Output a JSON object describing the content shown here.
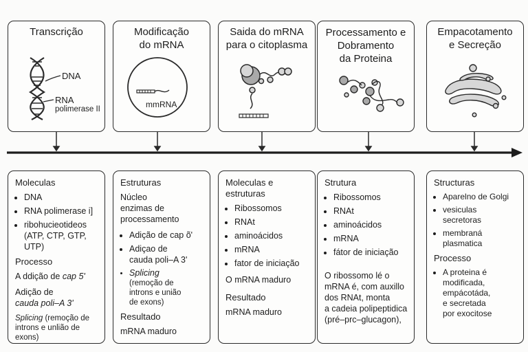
{
  "stages": [
    {
      "title": "Transcrição"
    },
    {
      "title": "Modificação\ndo mRNA"
    },
    {
      "title": "Saida do mRNA\npara o citoplasma"
    },
    {
      "title": "Processamento e\nDobramento\nda Proteina"
    },
    {
      "title": "Empacotamento\ne Secreção"
    }
  ],
  "labels": {
    "dna": "DNA",
    "rna": "RNA",
    "rna_polimerase": "polimerase II",
    "mmrna": "mmRNA"
  },
  "cards": {
    "c1": {
      "h1": "Moleculas",
      "items": [
        "DNA",
        "RNA polimerase i]",
        "ribohucieotideos\n(ATP, CTP, GTP,\nUTP)"
      ],
      "h2": "Processo",
      "p1_a": "A ddição de ",
      "p1_b": "cap 5'",
      "p2_a": "Adição de\n",
      "p2_b": "cauda poli–A 3'",
      "p3_a": "Splicing",
      "p3_b": " (remoção de\nintrons e unlião de\nexons)"
    },
    "c2": {
      "h1": "Estruturas",
      "pre": "Núcleo\nenzimas de\nprocessamento",
      "items": [
        "Adição de cap õ'",
        "Adiçao de\ncauda poli–A 3'"
      ],
      "i3_a": "Splicing",
      "i3_b": "\n(remoção de\nintrons e união\nde exons)",
      "h2": "Resultado",
      "p": "mRNA maduro"
    },
    "c3": {
      "h1": "Moleculas e\nestruturas",
      "items": [
        "Ribossomos",
        "RNAt",
        "aminoácidos",
        "mRNA",
        "fator de iniciação"
      ],
      "p1": "O mRNA maduro",
      "h2": "Resultado",
      "p2": "mRNA maduro"
    },
    "c4": {
      "h1": "Strutura",
      "items": [
        "Ribossomos",
        "RNAt",
        "aminoácidos",
        "mRNA",
        "fátor de iniciação"
      ],
      "p": "O ribossomo lé o\nmRNA é, com auxillo\ndos RNAt, monta\na cadeia polipeptidica\n(pré–prc–glucagon),"
    },
    "c5": {
      "h1": "Structuras",
      "items": [
        "Aparelno de Golgi",
        "vesiculas\nsecretoras",
        "membraná\nplasmatica"
      ],
      "h2": "Processo",
      "items2": [
        "A proteina é\nmodificada,\nempácotáda,\ne secretada\npor exocitose"
      ]
    }
  },
  "colors": {
    "stroke": "#2a2a2a",
    "fill_gray": "#a9a9a9",
    "fill_light": "#d7d7d7"
  }
}
